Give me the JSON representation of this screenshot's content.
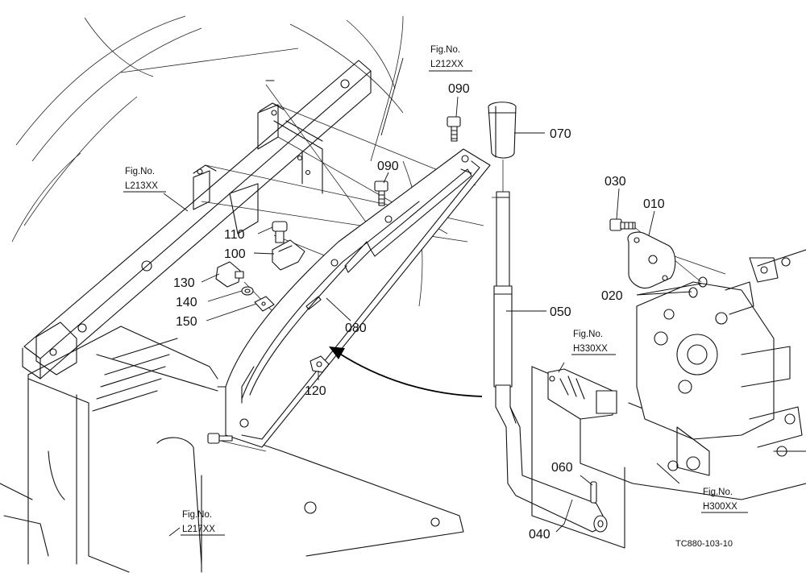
{
  "parts": [
    {
      "id": "p070",
      "label": "070"
    },
    {
      "id": "p090a",
      "label": "090"
    },
    {
      "id": "p090b",
      "label": "090"
    },
    {
      "id": "p030",
      "label": "030"
    },
    {
      "id": "p010",
      "label": "010"
    },
    {
      "id": "p110",
      "label": "110"
    },
    {
      "id": "p100",
      "label": "100"
    },
    {
      "id": "p130",
      "label": "130"
    },
    {
      "id": "p140",
      "label": "140"
    },
    {
      "id": "p150",
      "label": "150"
    },
    {
      "id": "p080",
      "label": "080"
    },
    {
      "id": "p050",
      "label": "050"
    },
    {
      "id": "p020",
      "label": "020"
    },
    {
      "id": "p120",
      "label": "120"
    },
    {
      "id": "p060",
      "label": "060"
    },
    {
      "id": "p040",
      "label": "040"
    }
  ],
  "figure_refs": [
    {
      "id": "l212",
      "line1": "Fig.No.",
      "line2": "L212XX"
    },
    {
      "id": "l213",
      "line1": "Fig.No.",
      "line2": "L213XX"
    },
    {
      "id": "h330",
      "line1": "Fig.No.",
      "line2": "H330XX"
    },
    {
      "id": "h300",
      "line1": "Fig.No.",
      "line2": "H300XX"
    },
    {
      "id": "l217",
      "line1": "Fig.No.",
      "line2": "L217XX"
    }
  ],
  "drawing_code": "TC880-103-10"
}
